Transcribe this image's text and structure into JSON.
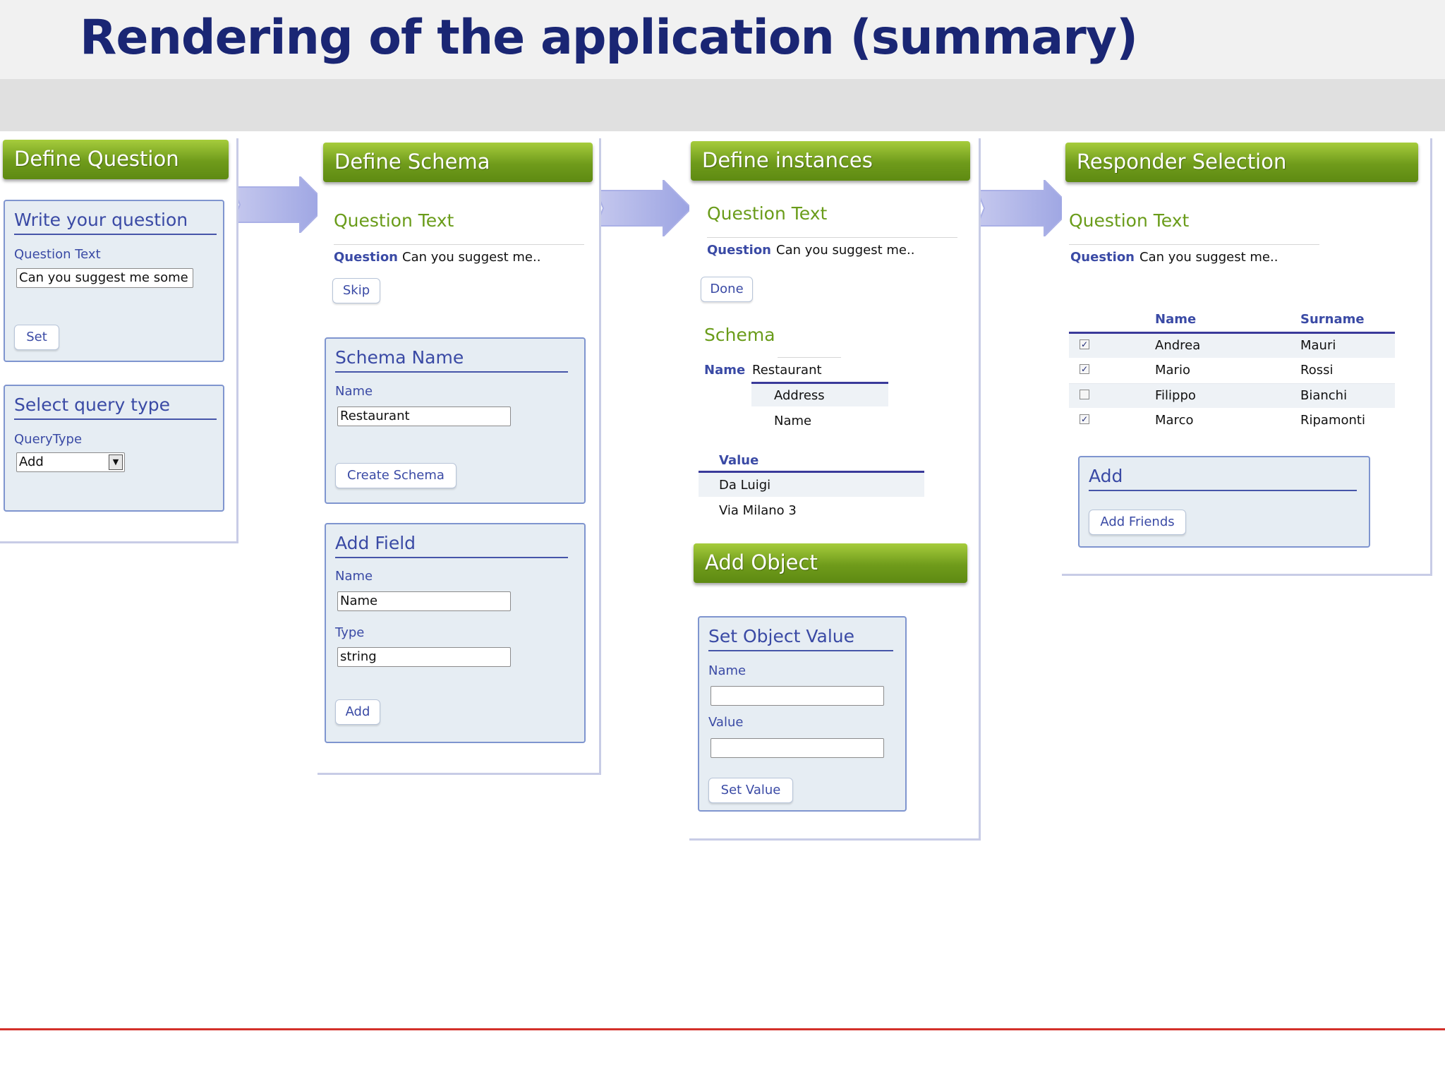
{
  "slide": {
    "title": "Rendering of the application (summary)"
  },
  "define_question": {
    "header": "Define Question",
    "write_panel": {
      "title": "Write your question",
      "field_label": "Question Text",
      "field_value": "Can you suggest me some",
      "button": "Set"
    },
    "query_panel": {
      "title": "Select query type",
      "field_label": "QueryType",
      "select_value": "Add"
    }
  },
  "define_schema": {
    "header": "Define Schema",
    "section_title": "Question Text",
    "question_label": "Question",
    "question_value": "Can you suggest me..",
    "skip_button": "Skip",
    "schema_panel": {
      "title": "Schema Name",
      "field_label": "Name",
      "field_value": "Restaurant",
      "button": "Create Schema"
    },
    "field_panel": {
      "title": "Add Field",
      "name_label": "Name",
      "name_value": "Name",
      "type_label": "Type",
      "type_value": "string",
      "button": "Add"
    }
  },
  "define_instances": {
    "header": "Define instances",
    "section_title": "Question Text",
    "question_label": "Question",
    "question_value": "Can you suggest me..",
    "done_button": "Done",
    "schema_title": "Schema",
    "schema_name_label": "Name",
    "schema_name_value": "Restaurant",
    "fields": [
      "Address",
      "Name"
    ],
    "value_header": "Value",
    "values": [
      "Da Luigi",
      "Via Milano 3"
    ],
    "add_object_header": "Add Object",
    "set_value_panel": {
      "title": "Set Object Value",
      "name_label": "Name",
      "name_value": "",
      "value_label": "Value",
      "value_value": "",
      "button": "Set Value"
    }
  },
  "responder_selection": {
    "header": "Responder Selection",
    "section_title": "Question Text",
    "question_label": "Question",
    "question_value": "Can you suggest me..",
    "table": {
      "columns": [
        "Name",
        "Surname"
      ],
      "rows": [
        {
          "checked": true,
          "check_glyph": "✓",
          "name": "Andrea",
          "surname": "Mauri"
        },
        {
          "checked": true,
          "check_glyph": "✓",
          "name": "Mario",
          "surname": "Rossi"
        },
        {
          "checked": false,
          "check_glyph": "",
          "name": "Filippo",
          "surname": "Bianchi"
        },
        {
          "checked": true,
          "check_glyph": "✓",
          "name": "Marco",
          "surname": "Ripamonti"
        }
      ]
    },
    "add_panel": {
      "title": "Add",
      "button": "Add Friends"
    }
  },
  "colors": {
    "title": "#1a2674",
    "green": "#6f9b1b",
    "label_blue": "#3a4aa5",
    "panel_bg": "#e6edf3",
    "footer_red": "#d3302a"
  }
}
